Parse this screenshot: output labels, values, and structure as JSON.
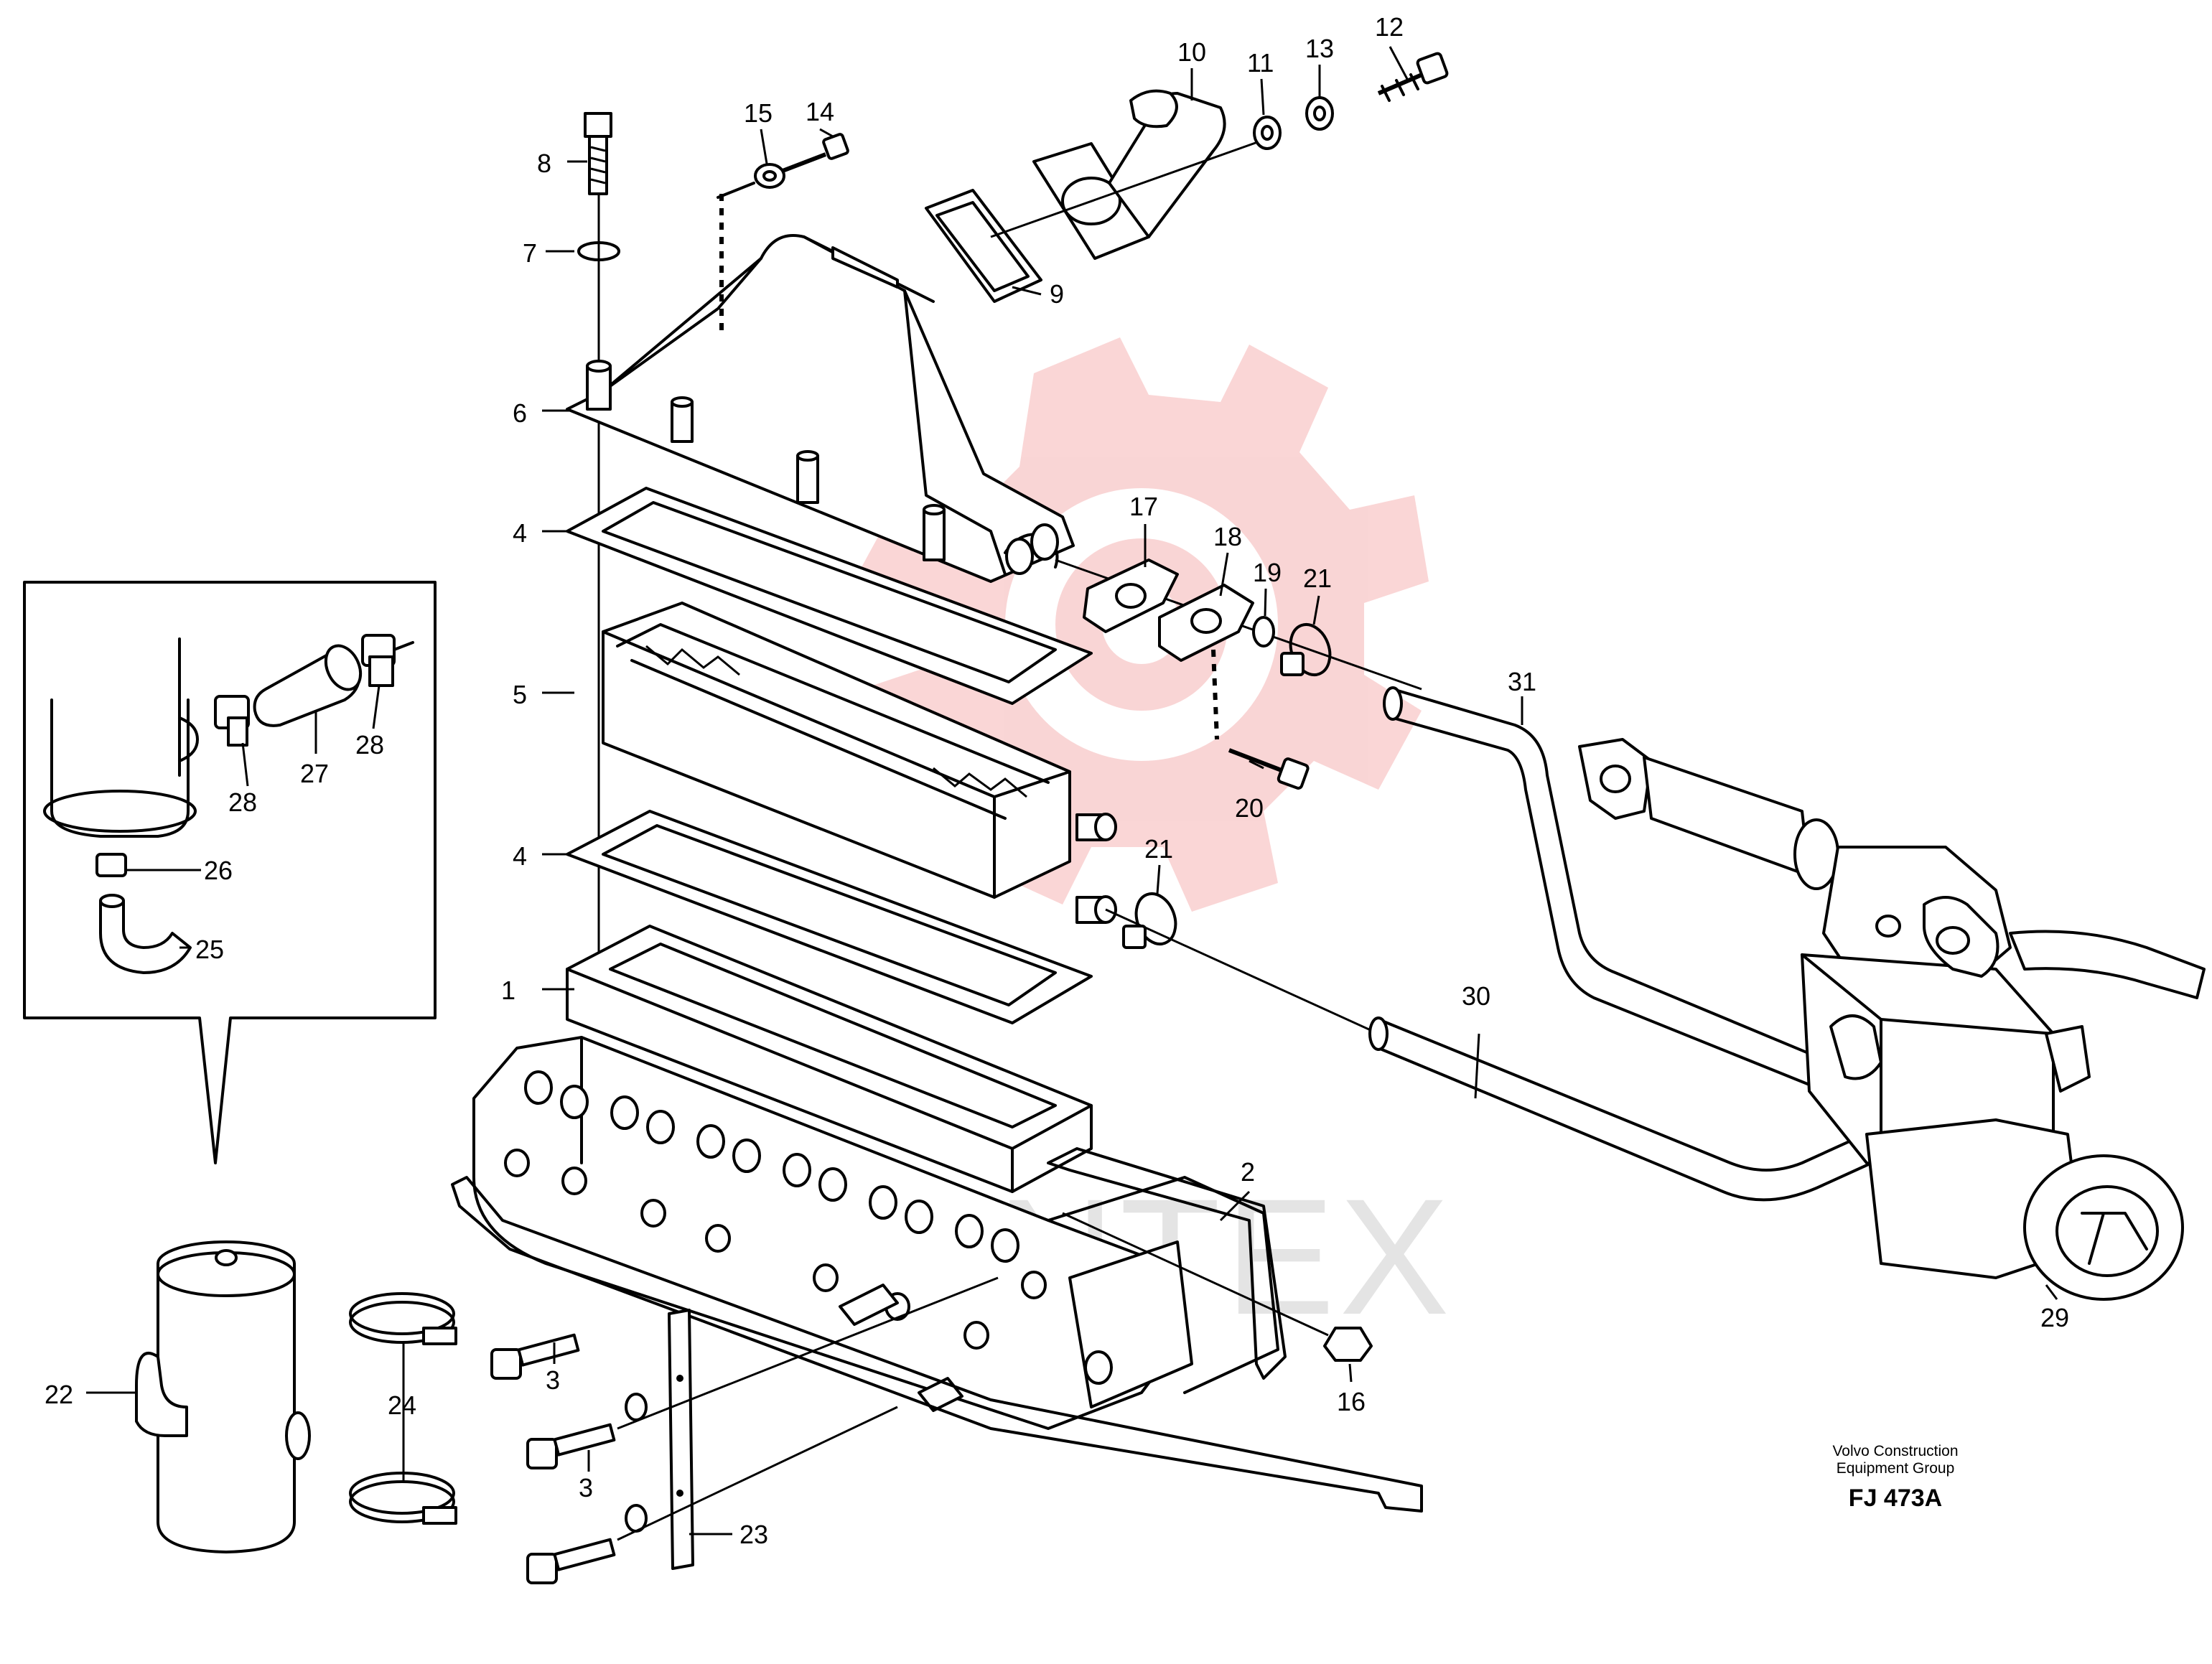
{
  "diagram": {
    "callouts": {
      "c1": "1",
      "c2": "2",
      "c3a": "3",
      "c3b": "3",
      "c4a": "4",
      "c4b": "4",
      "c5": "5",
      "c6": "6",
      "c7": "7",
      "c8": "8",
      "c9": "9",
      "c10": "10",
      "c11": "11",
      "c12": "12",
      "c13": "13",
      "c14": "14",
      "c15": "15",
      "c16": "16",
      "c17": "17",
      "c18": "18",
      "c19": "19",
      "c20": "20",
      "c21a": "21",
      "c21b": "21",
      "c22": "22",
      "c23": "23",
      "c24": "24",
      "c25": "25",
      "c26": "26",
      "c27": "27",
      "c28a": "28",
      "c28b": "28",
      "c29": "29",
      "c30": "30",
      "c31": "31"
    },
    "credit_line1": "Volvo Construction",
    "credit_line2": "Equipment Group",
    "drawing_code": "FJ 473A",
    "watermark_text": "MINTEX",
    "watermark_color": "#f3a3a3"
  }
}
